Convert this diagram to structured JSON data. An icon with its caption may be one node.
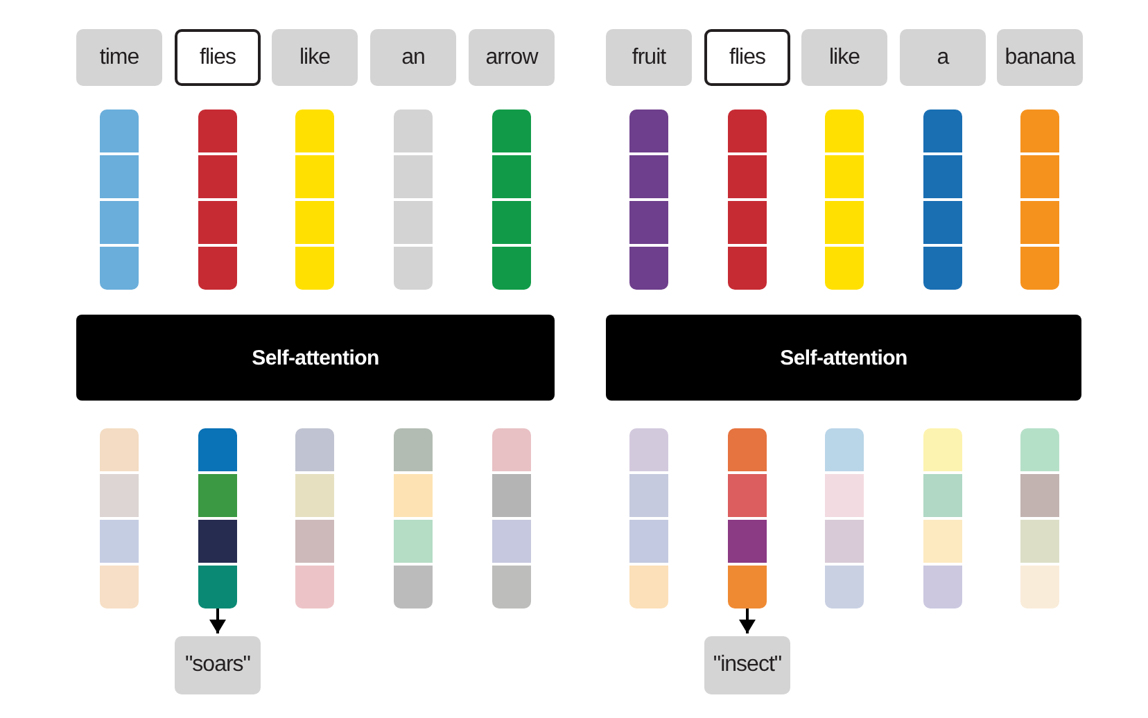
{
  "diagram": {
    "nodes": [
      {
        "text": [
          "time"
        ]
      },
      {
        "text": [
          "flies"
        ]
      },
      {
        "text": [
          "like"
        ]
      },
      {
        "text": [
          "an"
        ]
      },
      {
        "text": [
          "arrow"
        ]
      },
      {
        "text": [
          "fruit"
        ]
      },
      {
        "text": [
          "flies"
        ]
      },
      {
        "text": [
          "like"
        ]
      },
      {
        "text": [
          "a"
        ]
      },
      {
        "text": [
          "banana"
        ]
      },
      {
        "text": [],
        "shape": "bar"
      },
      {
        "text": [],
        "shape": "bar"
      },
      {
        "text": [],
        "shape": "bar"
      },
      {
        "text": [],
        "shape": "bar"
      },
      {
        "text": [],
        "shape": "bar"
      },
      {
        "text": [],
        "shape": "bar"
      },
      {
        "text": [],
        "shape": "bar"
      },
      {
        "text": [],
        "shape": "bar"
      },
      {
        "text": [],
        "shape": "bar"
      },
      {
        "text": [],
        "shape": "bar"
      },
      {
        "text": [
          "Self-attention"
        ]
      },
      {
        "text": [
          "Self-attention"
        ]
      },
      {
        "text": [],
        "shape": "bar"
      },
      {
        "text": [],
        "shape": "bar"
      },
      {
        "text": [],
        "shape": "bar"
      },
      {
        "text": [],
        "shape": "bar"
      },
      {
        "text": [],
        "shape": "bar"
      },
      {
        "text": [],
        "shape": "bar"
      },
      {
        "text": [],
        "shape": "bar"
      },
      {
        "text": [],
        "shape": "bar"
      },
      {
        "text": [],
        "shape": "bar"
      },
      {
        "text": [],
        "shape": "bar"
      },
      {
        "text": [
          "\"soars\""
        ]
      },
      {
        "text": [
          "\"insect\""
        ]
      }
    ],
    "edges": [
      {
        "from": 23,
        "to": 32,
        "arrow": "to"
      },
      {
        "from": 28,
        "to": 33,
        "arrow": "to"
      }
    ]
  }
}
